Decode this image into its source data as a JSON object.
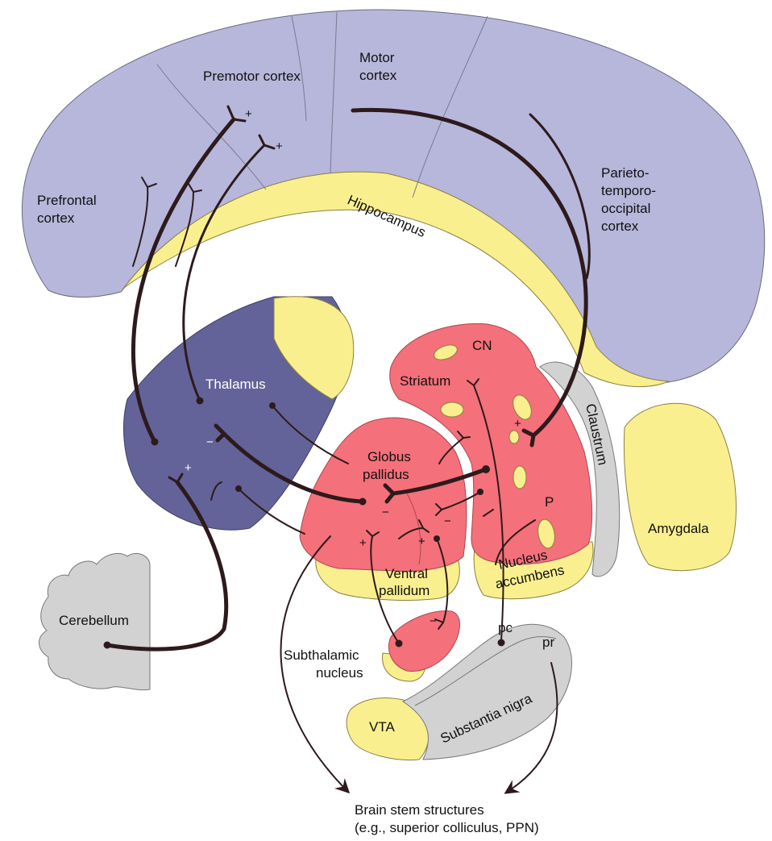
{
  "colors": {
    "cortex": "#b7b7dc",
    "thalamus": "#636399",
    "basal_ganglia": "#f4707a",
    "yellow": "#f9ef8f",
    "gray": "#d2d2d2",
    "pathway": "#2d1a1c"
  },
  "labels": {
    "premotor": "Premotor cortex",
    "motor_1": "Motor",
    "motor_2": "cortex",
    "prefrontal_1": "Prefrontal",
    "prefrontal_2": "cortex",
    "parieto_1": "Parieto-",
    "parieto_2": "temporo-",
    "parieto_3": "occipital",
    "parieto_4": "cortex",
    "hippocampus": "Hippocampus",
    "thalamus": "Thalamus",
    "cn": "CN",
    "striatum": "Striatum",
    "globus_1": "Globus",
    "globus_2": "pallidus",
    "p": "P",
    "claustrum": "Claustrum",
    "amygdala": "Amygdala",
    "nucleus_1": "Nucleus",
    "nucleus_2": "accumbens",
    "ventral_1": "Ventral",
    "ventral_2": "pallidum",
    "cerebellum": "Cerebellum",
    "subthalamic_1": "Subthalamic",
    "subthalamic_2": "nucleus",
    "pc": "pc",
    "pr": "pr",
    "substantia": "Substantia nigra",
    "vta": "VTA",
    "brainstem_1": "Brain stem structures",
    "brainstem_2": "(e.g., superior colliculus, PPN)"
  },
  "signs": {
    "plus": "+",
    "minus": "−"
  }
}
